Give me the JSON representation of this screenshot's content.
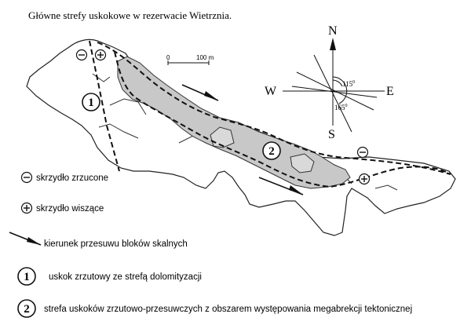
{
  "title": "Główne strefy uskokowe w rezerwacie Wietrznia.",
  "scale": {
    "zero": "0",
    "length": "100 m"
  },
  "compass": {
    "north": "N",
    "south": "S",
    "east": "E",
    "west": "W",
    "angle_a": "115",
    "angle_b": "165"
  },
  "map_symbols": {
    "minus": "−",
    "plus": "+",
    "zone_1": "1",
    "zone_2": "2"
  },
  "legend": {
    "downthrown": "skrzydło zrzucone",
    "upthrown": "skrzydło wiszące",
    "displacement": "kierunek przesuwu bloków skalnych",
    "fault_1": "uskok zrzutowy ze strefą dolomityzacji",
    "fault_2": "strefa uskoków zrzutowo-przesuwczych z obszarem występowania megabrekcji tektonicznej"
  }
}
